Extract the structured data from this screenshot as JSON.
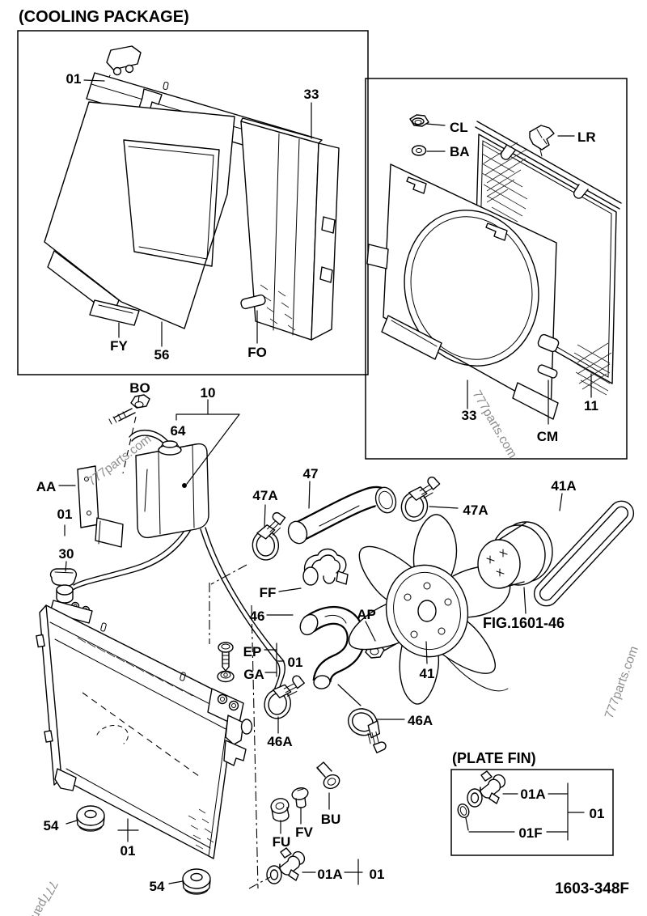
{
  "page": {
    "title": "(COOLING PACKAGE)",
    "figure_code": "1603-348F",
    "watermark": "777parts.com"
  },
  "cooling_package_box": {
    "labels": {
      "radiator_cap": "01",
      "bracket": "33",
      "plate": "FY",
      "shroud": "56",
      "fin": "FO"
    }
  },
  "shroud_box": {
    "labels": {
      "nut": "CL",
      "washer": "BA",
      "clip": "LR",
      "shroud": "33",
      "slot": "CM",
      "net": "11"
    }
  },
  "main": {
    "fig_ref": "FIG.1601-46",
    "labels": {
      "bolt_bo": "BO",
      "tank_assy": "10",
      "tank": "64",
      "bracket_aa": "AA",
      "ref_01_top": "01",
      "cap_30": "30",
      "hose_47": "47",
      "clamp_47a_left": "47A",
      "clamp_47a_right": "47A",
      "belt_41a": "41A",
      "clip_ff": "FF",
      "hose_46": "46",
      "bolt_ap": "AP",
      "bolt_ep": "EP",
      "ref_01_ep": "01",
      "nut_ga": "GA",
      "fan_41": "41",
      "clamp_46a_left": "46A",
      "clamp_46a_right": "46A",
      "grommet_left": "54",
      "radiator_01": "01",
      "grommet_right": "54",
      "plug_fu": "FU",
      "plug_fv": "FV",
      "bolt_bu": "BU",
      "draincock_01a": "01A",
      "ref_01_drain": "01"
    }
  },
  "plate_fin_box": {
    "title": "(PLATE FIN)",
    "labels": {
      "cock": "01A",
      "ref": "01",
      "oring": "01F"
    }
  }
}
